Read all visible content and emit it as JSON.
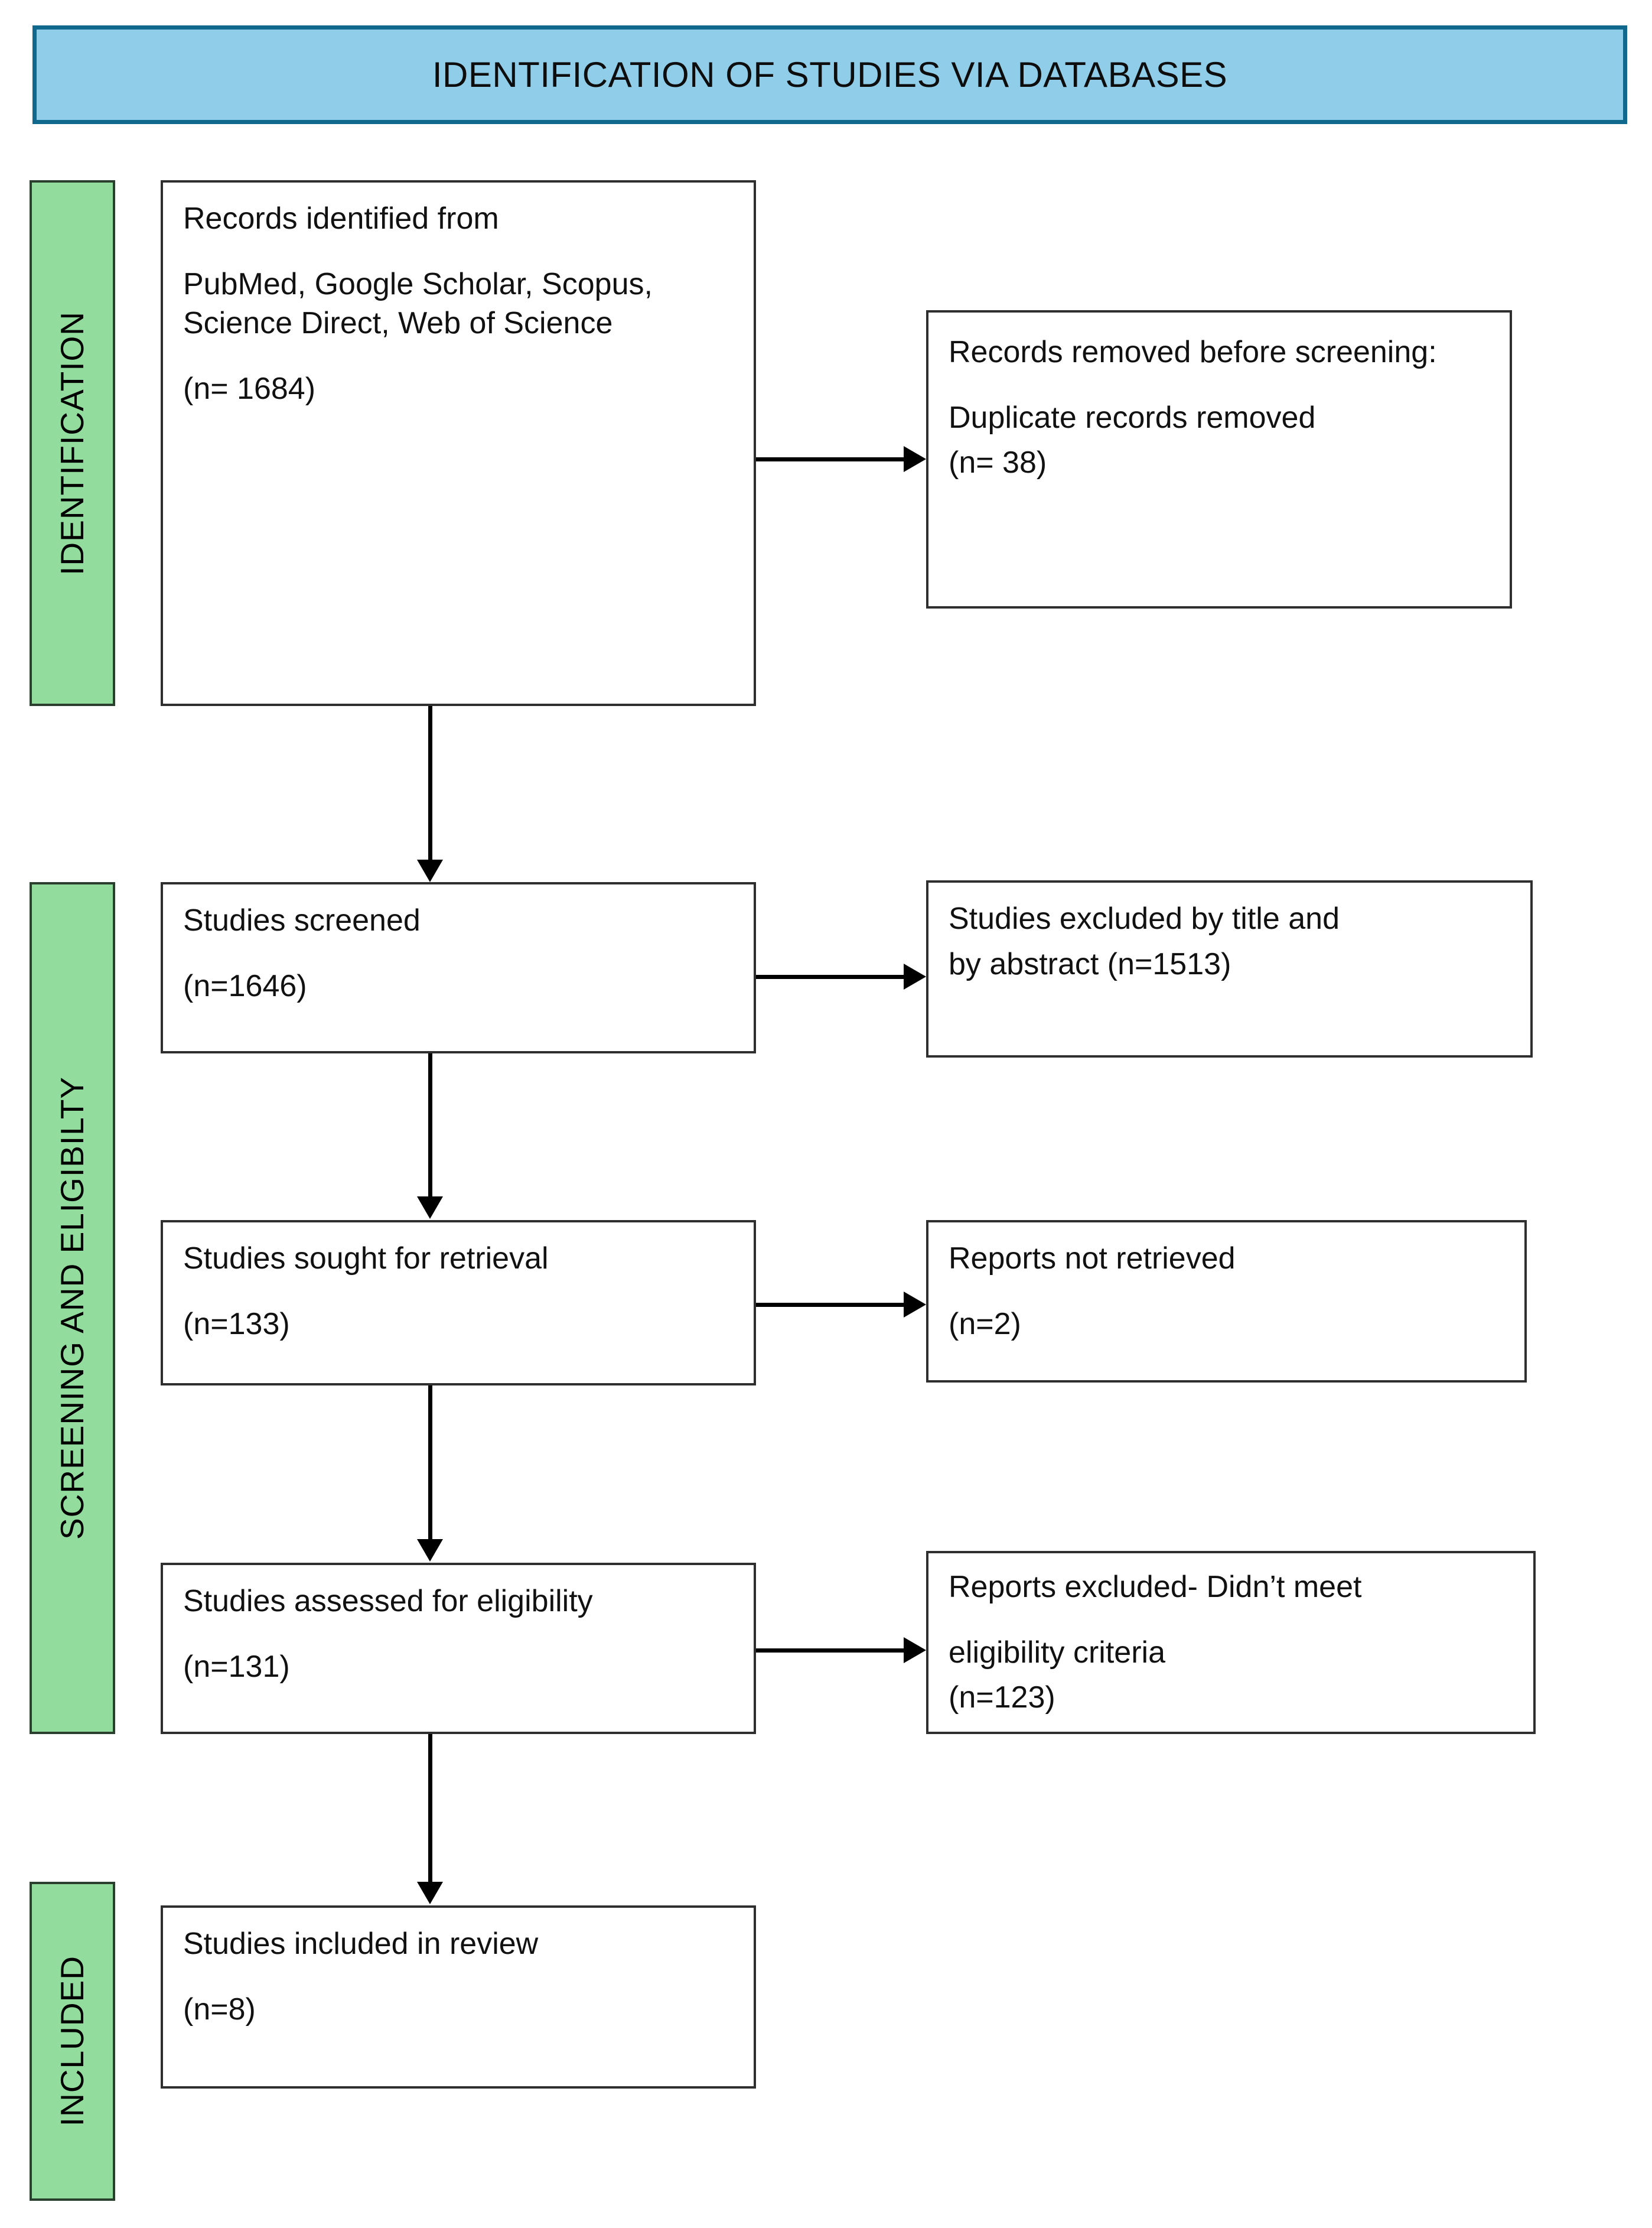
{
  "header": {
    "title": "IDENTIFICATION OF STUDIES VIA DATABASES",
    "fill_color": "#8FCDE9",
    "border_color": "#10698C"
  },
  "stages": [
    {
      "label": "IDENTIFICATION",
      "fill_color": "#92DD9D"
    },
    {
      "label": "SCREENING AND ELIGIBILTY",
      "fill_color": "#92DD9D"
    },
    {
      "label": "INCLUDED",
      "fill_color": "#92DD9D"
    }
  ],
  "boxes": {
    "identified": {
      "line1": "Records identified from",
      "line2": "PubMed, Google Scholar, Scopus, Science Direct, Web of Science",
      "line3": "(n= 1684)"
    },
    "removed": {
      "line1": "Records removed before screening:",
      "line2": "Duplicate records removed",
      "line3": "(n= 38)"
    },
    "screened": {
      "line1": "Studies screened",
      "line2": "(n=1646)"
    },
    "excluded_title_abstract": {
      "line1": "Studies excluded by title and",
      "line2": "by abstract (n=1513)"
    },
    "sought": {
      "line1": "Studies sought for retrieval",
      "line2": "(n=133)"
    },
    "not_retrieved": {
      "line1": "Reports not retrieved",
      "line2": "(n=2)"
    },
    "assessed": {
      "line1": "Studies assessed for eligibility",
      "line2": "(n=131)"
    },
    "reports_excluded": {
      "line1": "Reports excluded- Didn’t meet",
      "line2": "eligibility criteria",
      "line3": "(n=123)"
    },
    "included": {
      "line1": "Studies included in review",
      "line2": "(n=8)"
    }
  },
  "chart_data": {
    "type": "diagram",
    "title": "IDENTIFICATION OF STUDIES VIA DATABASES",
    "diagram_kind": "PRISMA flow diagram",
    "stages": [
      "IDENTIFICATION",
      "SCREENING AND ELIGIBILTY",
      "INCLUDED"
    ],
    "nodes": [
      {
        "id": "identified",
        "stage": "IDENTIFICATION",
        "label": "Records identified from PubMed, Google Scholar, Scopus, Science Direct, Web of Science",
        "n": 1684
      },
      {
        "id": "removed",
        "stage": "IDENTIFICATION",
        "label": "Records removed before screening: Duplicate records removed",
        "n": 38
      },
      {
        "id": "screened",
        "stage": "SCREENING AND ELIGIBILTY",
        "label": "Studies screened",
        "n": 1646
      },
      {
        "id": "excluded_title_abstract",
        "stage": "SCREENING AND ELIGIBILTY",
        "label": "Studies excluded by title and by abstract",
        "n": 1513
      },
      {
        "id": "sought",
        "stage": "SCREENING AND ELIGIBILTY",
        "label": "Studies sought for retrieval",
        "n": 133
      },
      {
        "id": "not_retrieved",
        "stage": "SCREENING AND ELIGIBILTY",
        "label": "Reports not retrieved",
        "n": 2
      },
      {
        "id": "assessed",
        "stage": "SCREENING AND ELIGIBILTY",
        "label": "Studies assessed for eligibility",
        "n": 131
      },
      {
        "id": "reports_excluded",
        "stage": "SCREENING AND ELIGIBILTY",
        "label": "Reports excluded- Didn’t meet eligibility criteria",
        "n": 123
      },
      {
        "id": "included",
        "stage": "INCLUDED",
        "label": "Studies included in review",
        "n": 8
      }
    ],
    "edges": [
      {
        "from": "identified",
        "to": "removed",
        "direction": "right"
      },
      {
        "from": "identified",
        "to": "screened",
        "direction": "down"
      },
      {
        "from": "screened",
        "to": "excluded_title_abstract",
        "direction": "right"
      },
      {
        "from": "screened",
        "to": "sought",
        "direction": "down"
      },
      {
        "from": "sought",
        "to": "not_retrieved",
        "direction": "right"
      },
      {
        "from": "sought",
        "to": "assessed",
        "direction": "down"
      },
      {
        "from": "assessed",
        "to": "reports_excluded",
        "direction": "right"
      },
      {
        "from": "assessed",
        "to": "included",
        "direction": "down"
      }
    ]
  }
}
